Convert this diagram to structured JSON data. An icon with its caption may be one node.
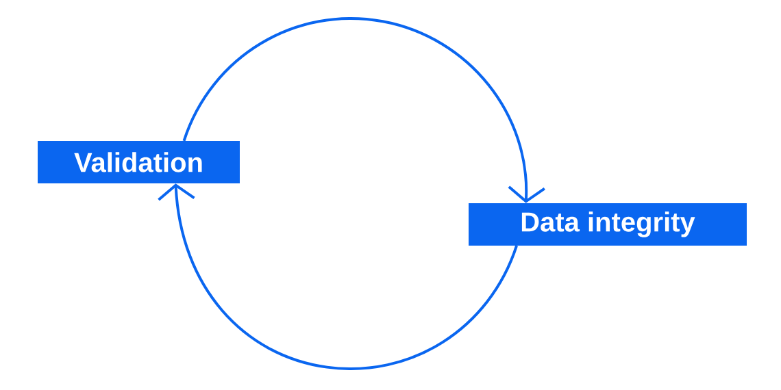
{
  "diagram": {
    "nodes": [
      {
        "text": [
          "Validation"
        ]
      },
      {
        "text": [
          "Data integrity"
        ]
      }
    ],
    "edges": [
      {
        "from": 0,
        "to": 1,
        "arrow": "to"
      },
      {
        "from": 1,
        "to": 0,
        "arrow": "to"
      }
    ]
  }
}
